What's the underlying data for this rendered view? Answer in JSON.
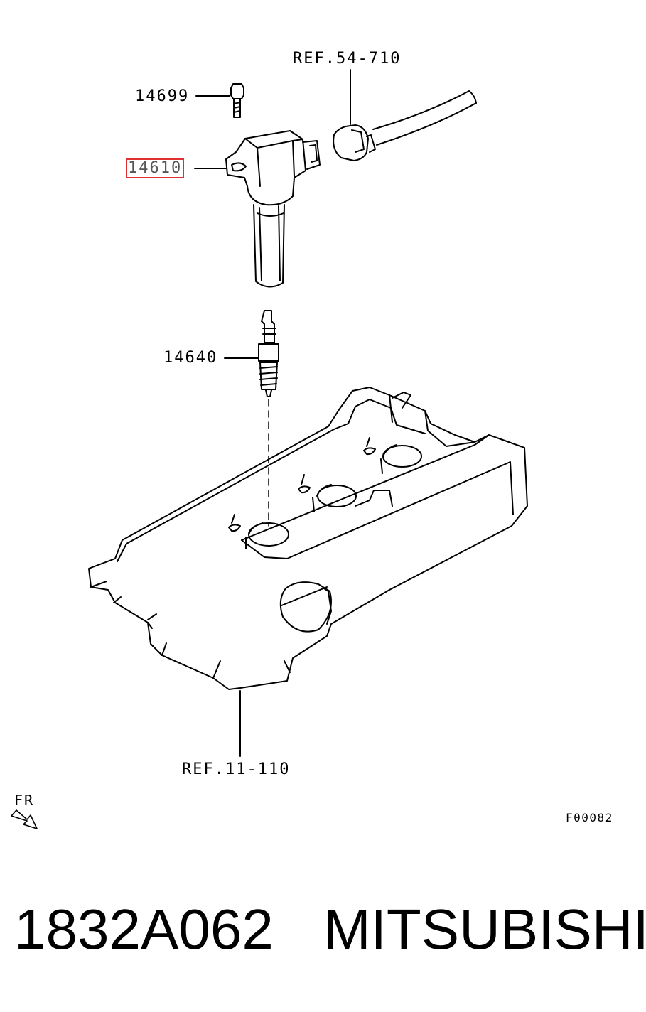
{
  "labels": {
    "ref_top": "REF.54-710",
    "bolt": "14699",
    "coil": "14610",
    "plug": "14640",
    "ref_bottom": "REF.11-110",
    "fr": "FR",
    "figure_code": "F00082"
  },
  "footer": {
    "part_number": "1832A062",
    "brand": "MITSUBISHI"
  },
  "colors": {
    "line": "#000000",
    "highlight": "#e03030"
  },
  "icons": {
    "direction": "arrow-icon"
  }
}
